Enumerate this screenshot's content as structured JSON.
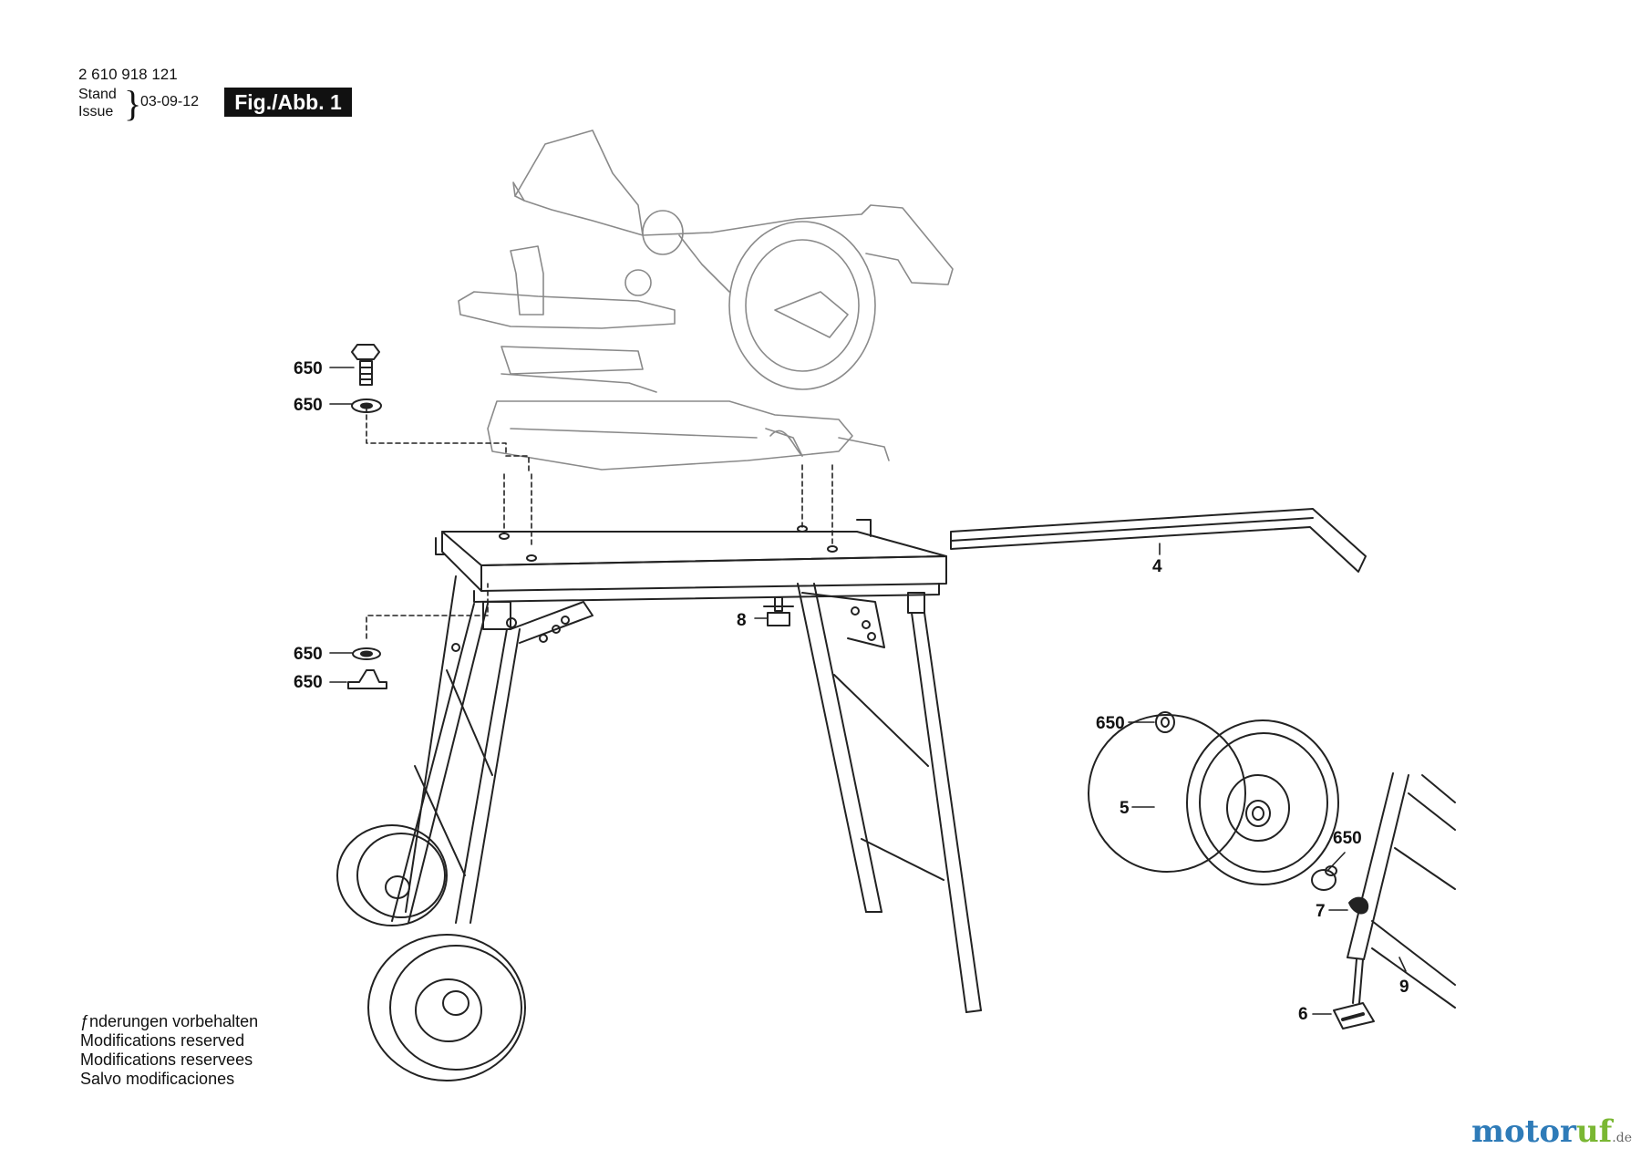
{
  "header": {
    "part_number": "2 610 918 121",
    "stand_label": "Stand",
    "issue_label": "Issue",
    "date": "03-09-12",
    "figure": "Fig./Abb. 1"
  },
  "notes": [
    "ƒnderungen vorbehalten",
    "Modifications reserved",
    "Modifications reservees",
    "Salvo modificaciones"
  ],
  "watermark": {
    "part1": "motor",
    "part2": "uf",
    "tld": ".de"
  },
  "callouts": {
    "bolt_top": "650",
    "washer_top": "650",
    "washer_mid": "650",
    "clip_mid": "650",
    "knob": "8",
    "extension_bar": "4",
    "wheel_washer": "650",
    "wheel": "5",
    "spacer": "650",
    "pin": "7",
    "foot": "6",
    "leg": "9"
  }
}
